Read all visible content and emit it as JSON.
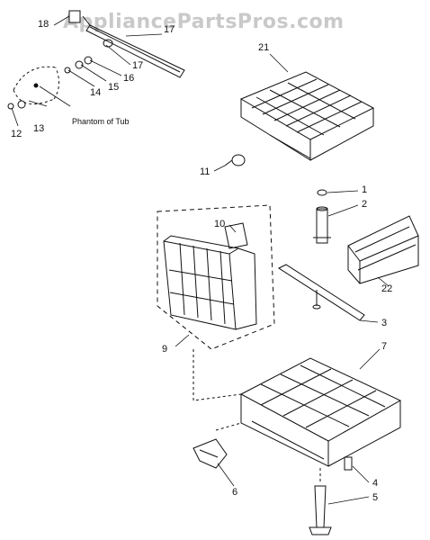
{
  "watermark": "AppliancePartsPros.com",
  "phantom_caption": "Phantom of Tub",
  "callouts": {
    "c1": "1",
    "c2": "2",
    "c3": "3",
    "c4": "4",
    "c5": "5",
    "c6": "6",
    "c7": "7",
    "c9": "9",
    "c10": "10",
    "c11": "11",
    "c12": "12",
    "c13": "13",
    "c14": "14",
    "c15": "15",
    "c16": "16",
    "c17": "17",
    "c18": "18",
    "c21": "21",
    "c22": "22"
  }
}
